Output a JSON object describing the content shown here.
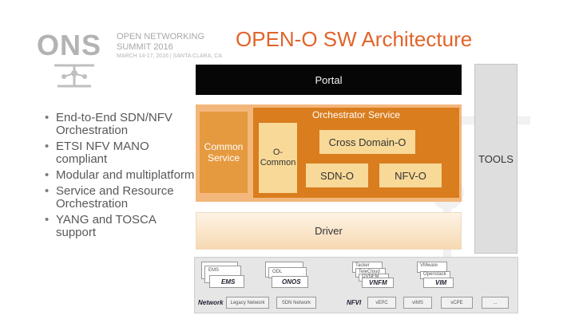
{
  "logo": {
    "word": "ONS",
    "line1": "OPEN NETWORKING",
    "line2": "SUMMIT 2016",
    "line3": "MARCH 14-17, 2016 | SANTA CLARA, CA"
  },
  "title": "OPEN-O SW Architecture",
  "bullets": [
    "End-to-End SDN/NFV Orchestration",
    "ETSI NFV MANO compliant",
    "Modular and multiplatform",
    "Service and Resource Orchestration",
    "YANG and TOSCA support"
  ],
  "arch": {
    "portal": "Portal",
    "tools": "TOOLS",
    "common_service": "Common Service",
    "orchestrator_service": "Orchestrator Service",
    "o_common": "O-Common",
    "cross_domain": "Cross Domain-O",
    "sdn_o": "SDN-O",
    "nfv_o": "NFV-O",
    "driver": "Driver"
  },
  "bottom": {
    "ems_small": "EMS",
    "ems": "EMS",
    "odl": "ODL",
    "onos": "ONOS",
    "tacker": "Tacker",
    "telecloud": "TeleCloud",
    "gvnfm": "GVNFM",
    "vnfm": "VNFM",
    "vmware": "VMware",
    "openstack": "Openstack",
    "vim": "VIM",
    "network_label": "Network",
    "legacy": "Legacy Network",
    "sdn_network": "SDN Network",
    "nfvi_label": "NFVI",
    "vepc": "vEPC",
    "vims": "vIMS",
    "vcpe": "vCPE",
    "more": "..."
  },
  "colors": {
    "title": "#e1642a",
    "orchestrator_panel": "#d97d1e",
    "common_service": "#e59a40",
    "inner_box": "#f8d998",
    "portal": "#060606"
  }
}
